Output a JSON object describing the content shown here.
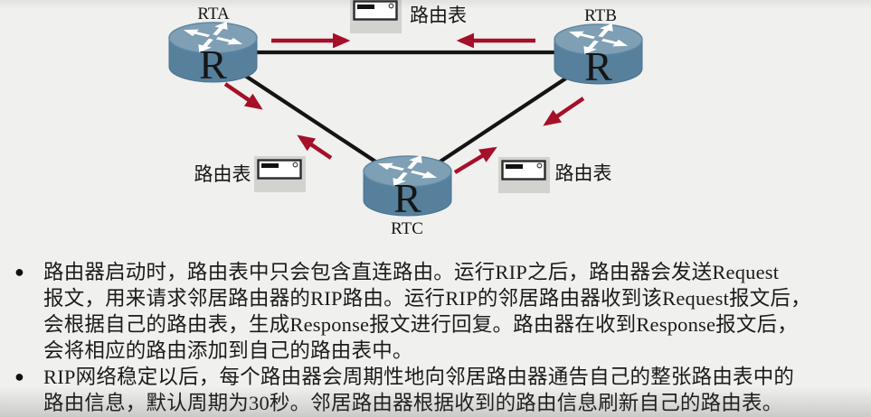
{
  "diagram": {
    "router_letter": "R",
    "routers": [
      {
        "label": "RTA"
      },
      {
        "label": "RTB"
      },
      {
        "label": "RTC"
      }
    ],
    "routing_tables": [
      {
        "label": "路由表"
      },
      {
        "label": "路由表"
      },
      {
        "label": "路由表"
      }
    ],
    "colors": {
      "background": "#f0f0ee",
      "router_body": "#56809c",
      "router_top": "#7e9fb4",
      "link_line": "#141414",
      "update_arrow": "#a50f28",
      "table_box_bg": "#d2d2cf"
    }
  },
  "bullets": {
    "marker": "●",
    "items": [
      {
        "lines": [
          "路由器启动时，路由表中只会包含直连路由。运行RIP之后，路由器会发送Request",
          "报文，用来请求邻居路由器的RIP路由。运行RIP的邻居路由器收到该Request报文后，",
          "会根据自己的路由表，生成Response报文进行回复。路由器在收到Response报文后，",
          "会将相应的路由添加到自己的路由表中。"
        ]
      },
      {
        "lines": [
          "RIP网络稳定以后，每个路由器会周期性地向邻居路由器通告自己的整张路由表中的",
          "路由信息，默认周期为30秒。邻居路由器根据收到的路由信息刷新自己的路由表。"
        ]
      }
    ]
  }
}
